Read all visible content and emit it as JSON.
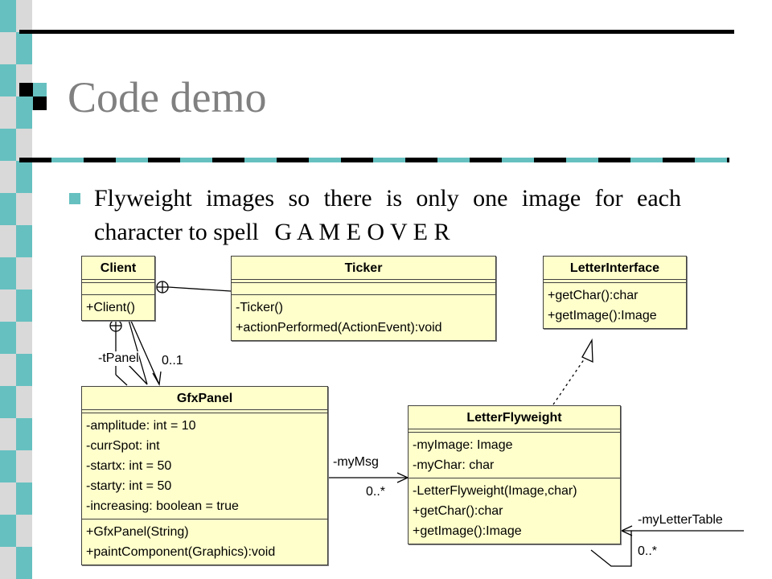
{
  "slide": {
    "title": "Code demo",
    "bullet": "Flyweight images so there is only one image for each character to spell",
    "spell": "G A M E O V E R"
  },
  "colors": {
    "accent": "#66c0c0",
    "stripe_light": "#d9d9d9",
    "title_gray": "#808080",
    "class_fill": "#ffffcc"
  },
  "diagram": {
    "classes": {
      "client": {
        "name": "Client",
        "attributes": [],
        "operations": [
          "+Client()"
        ]
      },
      "ticker": {
        "name": "Ticker",
        "attributes": [],
        "operations": [
          "-Ticker()",
          "+actionPerformed(ActionEvent):void"
        ]
      },
      "letter_interface": {
        "name": "LetterInterface",
        "operations": [
          "+getChar():char",
          "+getImage():Image"
        ]
      },
      "gfx_panel": {
        "name": "GfxPanel",
        "attributes": [
          "-amplitude: int = 10",
          "-currSpot: int",
          "-startx: int = 50",
          "-starty: int = 50",
          "-increasing: boolean = true"
        ],
        "operations": [
          "+GfxPanel(String)",
          "+paintComponent(Graphics):void"
        ]
      },
      "letter_flyweight": {
        "name": "LetterFlyweight",
        "attributes": [
          "-myImage: Image",
          "-myChar: char"
        ],
        "operations": [
          "-LetterFlyweight(Image,char)",
          "+getChar():char",
          "+getImage():Image"
        ]
      }
    },
    "labels": {
      "tpanel": "-tPanel",
      "tpanel_mult": "0..1",
      "mymsg": "-myMsg",
      "mymsg_mult": "0..*",
      "myletter_table": "-myLetterTable",
      "myletter_mult": "0..*"
    }
  }
}
